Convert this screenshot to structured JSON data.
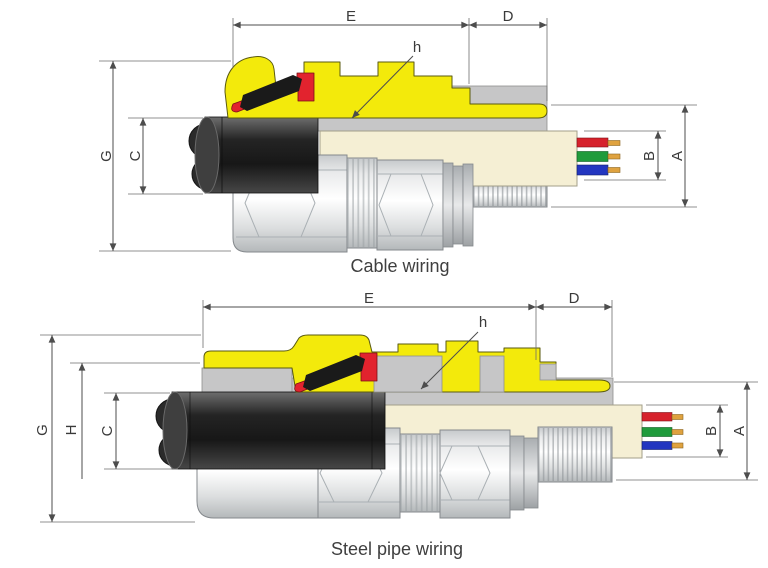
{
  "top": {
    "title": "Cable wiring",
    "dims": {
      "E": "E",
      "D": "D",
      "G": "G",
      "C": "C",
      "B": "B",
      "A": "A",
      "h": "h"
    }
  },
  "bottom": {
    "title": "Steel pipe wiring",
    "dims": {
      "E": "E",
      "D": "D",
      "G": "G",
      "H": "H",
      "C": "C",
      "B": "B",
      "A": "A",
      "h": "h"
    }
  },
  "colors": {
    "cap_yellow": "#F3EA0B",
    "seal_red": "#E2232E",
    "clamp_black": "#1A1A1A",
    "internals_gray": "#C6C6C7",
    "sheath_cream": "#F5EFD4",
    "cable_dark": "#2B2B2B",
    "wire_red": "#D6222C",
    "wire_green": "#209B3C",
    "wire_blue": "#2336C0",
    "conductor_gold": "#DFA23F",
    "label_text": "#3A3A3A"
  }
}
